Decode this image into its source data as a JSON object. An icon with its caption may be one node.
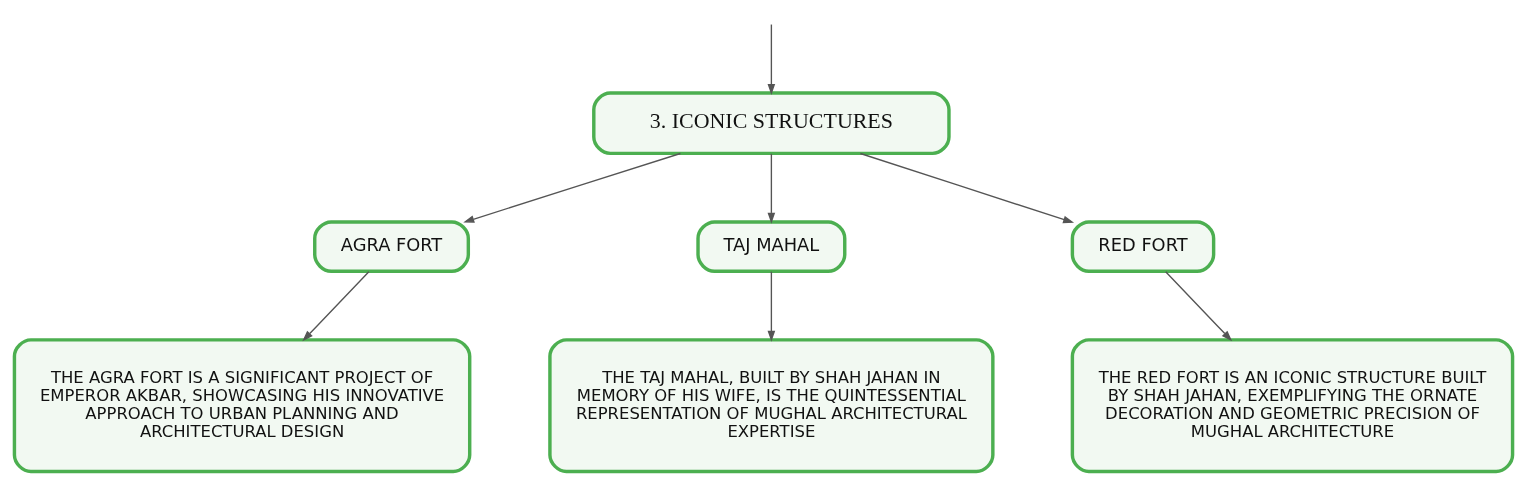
{
  "diagram": {
    "nodes": [
      {
        "text": [
          "3. ICONIC STRUCTURES"
        ]
      },
      {
        "text": [
          "AGRA FORT"
        ]
      },
      {
        "text": [
          "TAJ MAHAL"
        ]
      },
      {
        "text": [
          "RED FORT"
        ]
      },
      {
        "text": [
          "THE AGRA FORT IS A SIGNIFICANT PROJECT OF EMPEROR AKBAR, SHOWCASING HIS INNOVATIVE APPROACH TO URBAN PLANNING AND ARCHITECTURAL DESIGN"
        ]
      },
      {
        "text": [
          "THE TAJ MAHAL, BUILT BY SHAH JAHAN IN MEMORY OF HIS WIFE, IS THE QUINTESSENTIAL REPRESENTATION OF MUGHAL ARCHITECTURAL EXPERTISE"
        ]
      },
      {
        "text": [
          "THE RED FORT IS AN ICONIC STRUCTURE BUILT BY SHAH JAHAN, EXEMPLIFYING THE ORNATE DECORATION AND GEOMETRIC PRECISION OF MUGHAL ARCHITECTURE"
        ]
      }
    ],
    "edges": [
      {
        "from": null,
        "to": 0,
        "arrow": "to"
      },
      {
        "from": 0,
        "to": 1,
        "arrow": "to"
      },
      {
        "from": 0,
        "to": 2,
        "arrow": "to"
      },
      {
        "from": 0,
        "to": 3,
        "arrow": "to"
      },
      {
        "from": 1,
        "to": 4,
        "arrow": "to"
      },
      {
        "from": 2,
        "to": 5,
        "arrow": "to"
      },
      {
        "from": 3,
        "to": 6,
        "arrow": "to"
      }
    ]
  }
}
